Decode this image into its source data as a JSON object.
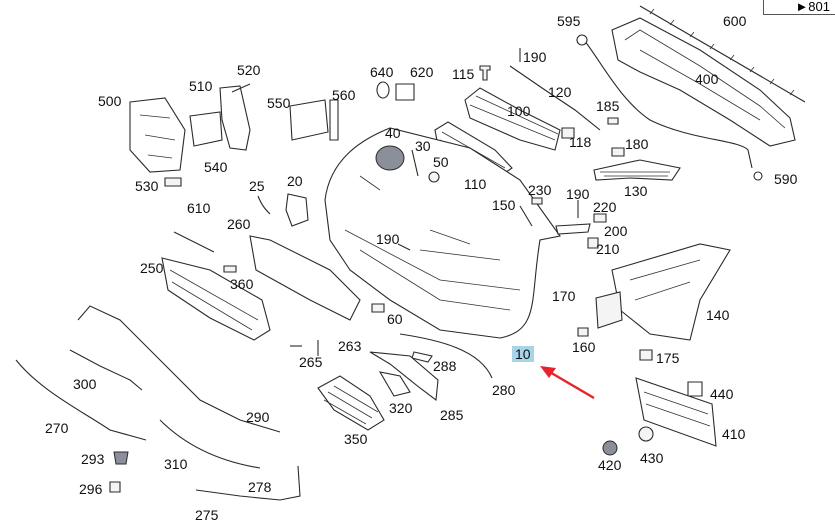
{
  "reference": "►801",
  "accent_color": "#e8242a",
  "highlight_color": "#a8d4ea",
  "highlighted_part": "10",
  "labels": {
    "l595": "595",
    "l600": "600",
    "l190a": "190",
    "l520": "520",
    "l510": "510",
    "l500": "500",
    "l550": "550",
    "l560": "560",
    "l640": "640",
    "l620": "620",
    "l115": "115",
    "l120": "120",
    "l400": "400",
    "l100": "100",
    "l185": "185",
    "l118": "118",
    "l180": "180",
    "l40": "40",
    "l30": "30",
    "l50": "50",
    "l110": "110",
    "l540": "540",
    "l530": "530",
    "l130": "130",
    "l590": "590",
    "l25": "25",
    "l20": "20",
    "l230": "230",
    "l150": "150",
    "l190b": "190",
    "l220": "220",
    "l200": "200",
    "l210": "210",
    "l610": "610",
    "l260": "260",
    "l190c": "190",
    "l250": "250",
    "l360": "360",
    "l170": "170",
    "l140": "140",
    "l60": "60",
    "l160": "160",
    "l10": "10",
    "l175": "175",
    "l265": "265",
    "l263": "263",
    "l288": "288",
    "l300": "300",
    "l280": "280",
    "l440": "440",
    "l320": "320",
    "l290": "290",
    "l285": "285",
    "l270": "270",
    "l410": "410",
    "l350": "350",
    "l293": "293",
    "l430": "430",
    "l420": "420",
    "l310": "310",
    "l296": "296",
    "l278": "278",
    "l275": "275"
  }
}
